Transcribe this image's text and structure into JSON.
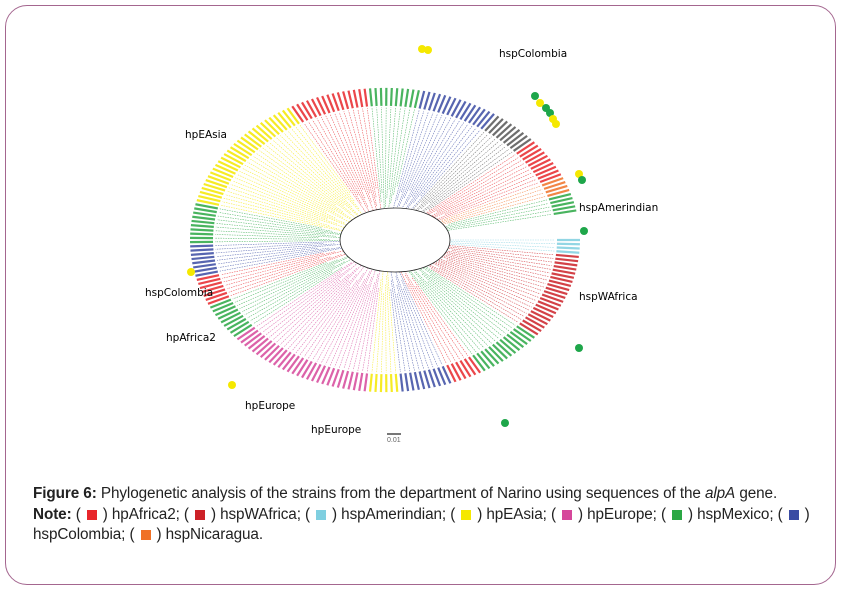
{
  "figure": {
    "label": "Figure 6:",
    "caption": "Phylogenetic analysis of the strains from the department of Narino using sequences of the",
    "gene_italic": "alpA",
    "caption_end": "gene.",
    "note_label": "Note:",
    "legend": [
      {
        "name": "hpAfrica2",
        "color": "#e8262b"
      },
      {
        "name": "hspWAfrica",
        "color": "#cc2127"
      },
      {
        "name": "hspAmerindian",
        "color": "#7fcfe0"
      },
      {
        "name": "hpEAsia",
        "color": "#f5e800"
      },
      {
        "name": "hpEurope",
        "color": "#d6479b"
      },
      {
        "name": "hspMexico",
        "color": "#2aa744"
      },
      {
        "name": "hspColombia",
        "color": "#3a4ba3"
      },
      {
        "name": "hspNicaragua",
        "color": "#f07126"
      }
    ],
    "scale_label": "0.01"
  },
  "tree": {
    "clade_labels": [
      {
        "text": "hspColombia",
        "color": "#2e3192"
      },
      {
        "text": "hpEAsia",
        "color": "#e6d900"
      },
      {
        "text": "hspAmerindian",
        "color": "#5bc0de"
      },
      {
        "text": "hspWAfrica",
        "color": "#8b1a1a"
      },
      {
        "text": "hspColombia",
        "color": "#2e3192"
      },
      {
        "text": "hpAfrica2",
        "color": "#e8262b"
      },
      {
        "text": "hpEurope",
        "color": "#d6479b"
      },
      {
        "text": "hpEurope",
        "color": "#d6479b"
      }
    ],
    "marker_colors": {
      "yellow": "#f5e800",
      "green": "#1ea64a"
    }
  }
}
